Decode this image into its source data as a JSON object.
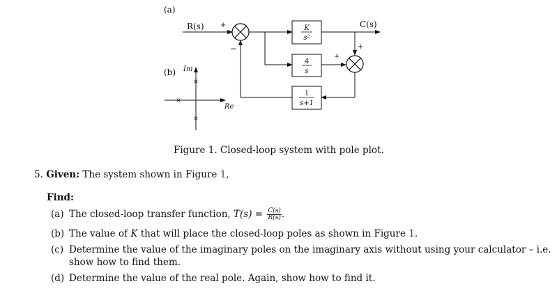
{
  "figure": {
    "part_a_label": "(a)",
    "part_b_label": "(b)",
    "input_label": "R(s)",
    "output_label": "C(s)",
    "sum1_plus": "+",
    "sum1_minus": "−",
    "sum2_plus_left": "+",
    "sum2_plus_top": "+",
    "block1_num": "K",
    "block1_den": "s²",
    "block2_num": "4",
    "block2_den": "s",
    "block3_num": "1",
    "block3_den": "s+1",
    "axis_im": "Im",
    "axis_re": "Re",
    "pole_marker": "×",
    "pole_color": "#d9602a"
  },
  "caption": "Figure 1. Closed-loop system with pole plot.",
  "problem": {
    "number": "5.",
    "given_label": "Given:",
    "given_text": " The system shown in Figure ",
    "given_ref": "1",
    "given_end": ",",
    "find_label": "Find:",
    "items": [
      {
        "label": "(a)",
        "text": "The closed-loop transfer function, ",
        "math": "T(s) = ",
        "frac_num": "C(s)",
        "frac_den": "R(s)",
        "end": "."
      },
      {
        "label": "(b)",
        "text": "The value of ",
        "var": "K",
        "text2": " that will place the closed-loop poles as shown in Figure ",
        "ref": "1",
        "end": "."
      },
      {
        "label": "(c)",
        "text": "Determine the value of the imaginary poles on the imaginary axis without using your calculator – i.e.",
        "line2": "show how to find them."
      },
      {
        "label": "(d)",
        "text": "Determine the value of the real pole. Again, show how to find it."
      }
    ]
  }
}
